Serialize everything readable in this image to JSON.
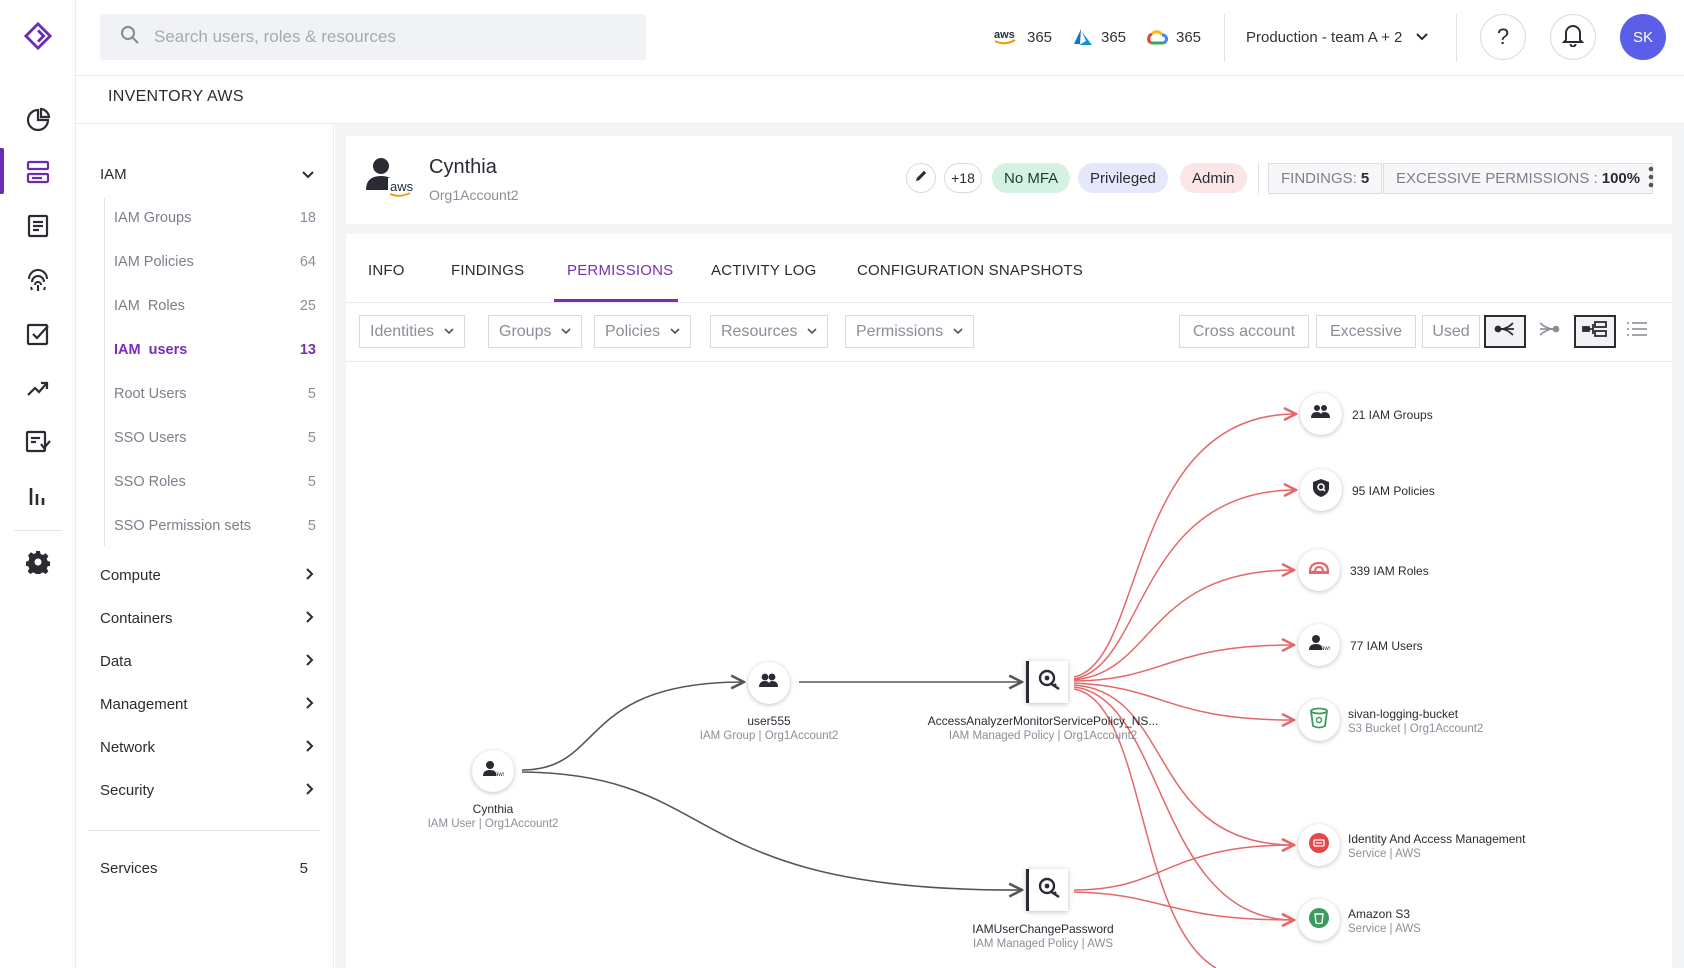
{
  "app": {
    "logo": "purple-diamond-logo"
  },
  "rail": {
    "items": [
      {
        "icon": "pie-chart-icon",
        "active": false
      },
      {
        "icon": "inventory-icon",
        "active": true
      },
      {
        "icon": "document-icon",
        "active": false
      },
      {
        "icon": "fingerprint-icon",
        "active": false
      },
      {
        "icon": "checkbox-icon",
        "active": false
      },
      {
        "icon": "trend-icon",
        "active": false
      },
      {
        "icon": "compliance-icon",
        "active": false
      },
      {
        "icon": "bar-chart-icon",
        "active": false
      },
      {
        "icon": "gear-icon",
        "active": false
      }
    ]
  },
  "topbar": {
    "search_placeholder": "Search users, roles & resources",
    "clouds": [
      {
        "name": "aws",
        "count": "365"
      },
      {
        "name": "azure",
        "count": "365"
      },
      {
        "name": "gcp",
        "count": "365"
      }
    ],
    "environment": "Production - team A + 2",
    "help_label": "?",
    "avatar_initials": "SK"
  },
  "page": {
    "title": "INVENTORY AWS"
  },
  "sidebar": {
    "iam_label": "IAM",
    "iam_items": [
      {
        "label": "IAM Groups",
        "count": "18",
        "active": false
      },
      {
        "label": "IAM Policies",
        "count": "64",
        "active": false
      },
      {
        "label": "IAM  Roles",
        "count": "25",
        "active": false
      },
      {
        "label": "IAM  users",
        "count": "13",
        "active": true
      },
      {
        "label": "Root Users",
        "count": "5",
        "active": false
      },
      {
        "label": "SSO Users",
        "count": "5",
        "active": false
      },
      {
        "label": "SSO Roles",
        "count": "5",
        "active": false
      },
      {
        "label": "SSO Permission sets",
        "count": "5",
        "active": false
      }
    ],
    "groups": [
      "Compute",
      "Containers",
      "Data",
      "Management",
      "Network",
      "Security"
    ],
    "services_label": "Services",
    "services_count": "5"
  },
  "entity": {
    "name": "Cynthia",
    "account": "Org1Account2",
    "aws_badge": "aws",
    "extra_count": "+18",
    "tags": [
      {
        "label": "No MFA",
        "bg": "#d5f1e3",
        "color": "#1f3d2f"
      },
      {
        "label": "Privileged",
        "bg": "#e5e8fb",
        "color": "#2b2b33"
      },
      {
        "label": "Admin",
        "bg": "#fbe5e5",
        "color": "#2b2b33"
      }
    ],
    "findings_label": "FINDINGS:",
    "findings_value": "5",
    "excessive_label": "EXCESSIVE PERMISSIONS :",
    "excessive_value": "100%"
  },
  "tabs": [
    "INFO",
    "FINDINGS",
    "PERMISSIONS",
    "ACTIVITY LOG",
    "CONFIGURATION SNAPSHOTS"
  ],
  "active_tab": "PERMISSIONS",
  "filters": [
    "Identities",
    "Groups",
    "Policies",
    "Resources",
    "Permissions"
  ],
  "toggles": [
    "Cross account",
    "Excessive",
    "Used"
  ],
  "graph": {
    "colors": {
      "edge_dark": "#555555",
      "edge_red": "#e4686a"
    },
    "nodes": {
      "cynthia": {
        "label": "Cynthia",
        "sub": "IAM User | Org1Account2"
      },
      "user555": {
        "label": "user555",
        "sub": "IAM Group | Org1Account2"
      },
      "policy1": {
        "label": "AccessAnalyzerMonitorServicePolicy_NS...",
        "sub": "IAM Managed Policy | Org1Account2"
      },
      "policy2": {
        "label": "IAMUserChangePassword",
        "sub": "IAM Managed Policy | AWS"
      },
      "r_groups": {
        "label": "21 IAM Groups"
      },
      "r_policies": {
        "label": "95 IAM Policies"
      },
      "r_roles": {
        "label": "339 IAM Roles"
      },
      "r_users": {
        "label": "77 IAM Users"
      },
      "r_bucket": {
        "label": "sivan-logging-bucket",
        "sub": "S3 Bucket | Org1Account2"
      },
      "r_iam": {
        "label": "Identity And Access Management",
        "sub": "Service | AWS"
      },
      "r_s3": {
        "label": "Amazon S3",
        "sub": "Service | AWS"
      }
    }
  }
}
